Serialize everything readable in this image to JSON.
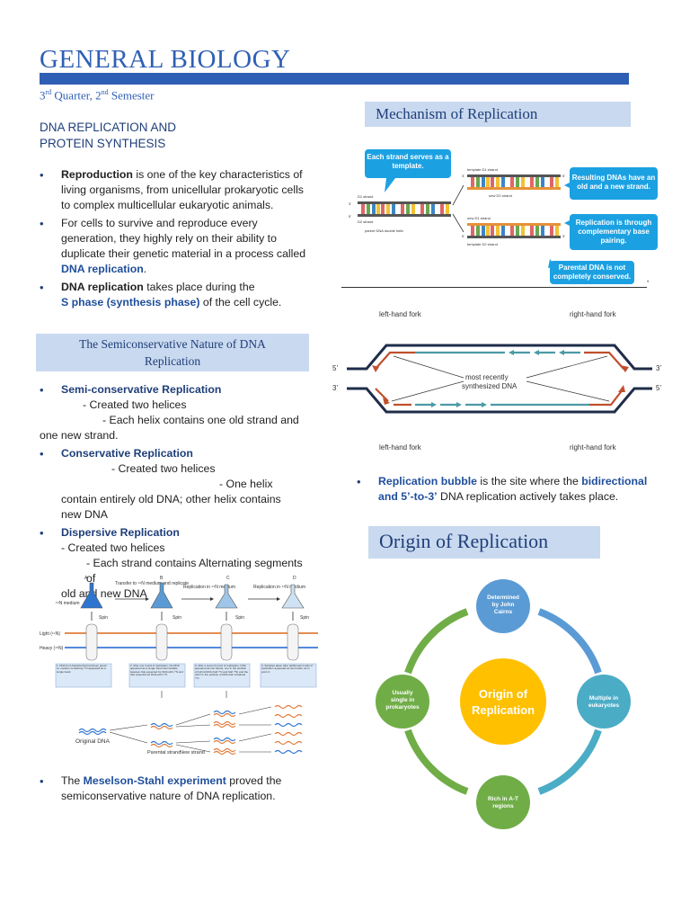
{
  "header": {
    "title": "GENERAL BIOLOGY",
    "subtitle_pre": "3",
    "subtitle_sup1": "rd",
    "subtitle_mid": " Quarter, 2",
    "subtitle_sup2": "nd",
    "subtitle_post": " Semester"
  },
  "topic": {
    "line1": "DNA REPLICATION AND",
    "line2": "PROTEIN SYNTHESIS"
  },
  "intro_bullets": [
    {
      "bold": "Reproduction",
      "text": " is one of the key characteristics of living organisms, from unicellular prokaryotic cells to complex multicellular eukaryotic animals."
    },
    {
      "text_pre": "For cells to survive and reproduce every generation, they highly rely on their ability to duplicate their genetic material in a process called ",
      "hl": "DNA replication",
      "text_post": "."
    },
    {
      "bold": "DNA replication",
      "text": " takes place during the ",
      "hl": "S phase (synthesis phase)",
      "text_post": " of the cell cycle."
    }
  ],
  "semi_section": {
    "title_line1": "The Semiconservative Nature of DNA",
    "title_line2": "Replication"
  },
  "replication_types": [
    {
      "name": "Semi-conservative Replication",
      "l1": "- Created two helices",
      "l2": "- Each helix contains one old strand and",
      "l3": "one new strand."
    },
    {
      "name": "Conservative Replication",
      "l1": "- Created two helices",
      "l2": "- One helix",
      "l3": "contain entirely old DNA; other helix  contains",
      "l4": "new DNA"
    },
    {
      "name": "Dispersive Replication",
      "l1": "- Created two helices",
      "l2": "- Each strand contains Alternating segments of",
      "l3": "old and new DNA"
    }
  ],
  "meselson_diagram": {
    "labels": [
      "A",
      "B",
      "C",
      "D"
    ],
    "medium": "¹⁵N medium",
    "transfer": "Transfer to ¹⁴N medium and replicate",
    "rep1": "Replication in ¹⁴N medium",
    "rep2": "Replication in ¹⁴N medium",
    "spin": "Spin",
    "light": "Light (¹⁴N)",
    "heavy": "Heavy (¹⁵N)",
    "original": "Original DNA",
    "parental": "Parental strand",
    "new": "New strand",
    "notes": [
      "1. DNA from bacteria that had been grown on medium containing ¹⁵N appeared as a single band.",
      "2. After one round of replication, the DNA appeared as a single band intermediate between that expected for DNA with ¹⁵N and that expected for DNA with ¹⁴N.",
      "3. After a second round of replication, DNA appeared as two bands, one in the position of hybrid DNA (half ¹⁴N and half ¹⁵N) and the other in the position of DNA that contained ¹⁴N.",
      "4. Samples taken after additional rounds of replication appeared as two bands, as in point 3."
    ]
  },
  "meselson_bullet": {
    "pre": "The ",
    "bold": "Meselson-Stahl experiment",
    "post": " proved the semiconservative nature of DNA replication."
  },
  "mechanism": {
    "title": "Mechanism of Replication",
    "callouts": [
      "Each strand serves as a template.",
      "Resulting DNAs have an old and a new strand.",
      "Replication is through complementary base pairing.",
      "Parental DNA is not completely conserved."
    ],
    "labels": {
      "template_d1": "template D1 strand",
      "new_d2": "new D2 strand",
      "new_d1": "new D1 strand",
      "template_d2": "template D2 strand",
      "d1": "D1 strand",
      "d2": "D2 strand",
      "parent": "parent DNA double helix",
      "p3": "3'",
      "p5": "5'"
    },
    "page_mark": "9"
  },
  "fork_diagram": {
    "left_top": "left-hand fork",
    "right_top": "right-hand fork",
    "left_bottom": "left-hand fork",
    "right_bottom": "right-hand fork",
    "center": "most recently synthesized DNA",
    "center_l1": "most recently",
    "center_l2": "synthesized DNA",
    "end_5": "5’",
    "end_3": "3’"
  },
  "bubble_bullet": {
    "bold1": "Replication bubble",
    "mid": " is the site where the ",
    "bold2": "bidirectional and 5’-to-3’",
    "post": " DNA replication actively takes place."
  },
  "origin": {
    "title": "Origin of Replication",
    "center_l1": "Origin of",
    "center_l2": "Replication",
    "nodes": {
      "top": [
        "Determined",
        "by John",
        "Cairns"
      ],
      "right": [
        "Multiple in",
        "eukaryotes"
      ],
      "bottom": [
        "Rich in A-T",
        "regions"
      ],
      "left": [
        "Usually",
        "single in",
        "prokaryotes"
      ]
    },
    "colors": {
      "center": "#ffc000",
      "top": "#5b9bd5",
      "right": "#4bacc6",
      "bottom": "#70ad47",
      "left": "#70ad47"
    }
  }
}
